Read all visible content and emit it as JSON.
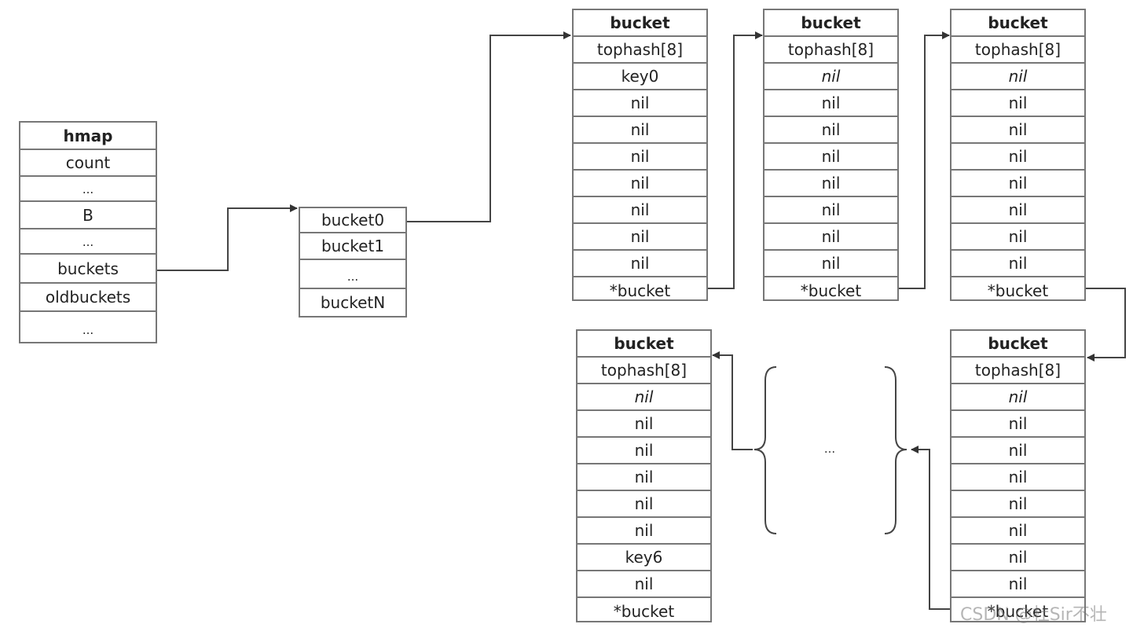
{
  "hmap": {
    "title": "hmap",
    "fields": [
      {
        "label": "count",
        "style": "normal"
      },
      {
        "label": "...",
        "style": "dots"
      },
      {
        "label": "B",
        "style": "normal"
      },
      {
        "label": "...",
        "style": "dots"
      },
      {
        "label": "buckets",
        "style": "normal"
      },
      {
        "label": "oldbuckets",
        "style": "normal"
      },
      {
        "label": "...",
        "style": "dots"
      }
    ]
  },
  "bucket_array": {
    "fields": [
      {
        "label": "bucket0",
        "style": "normal"
      },
      {
        "label": "bucket1",
        "style": "normal"
      },
      {
        "label": "...",
        "style": "dots"
      },
      {
        "label": "bucketN",
        "style": "normal"
      }
    ]
  },
  "buckets": [
    {
      "title": "bucket",
      "fields": [
        {
          "label": "tophash[8]",
          "style": "normal"
        },
        {
          "label": "key0",
          "style": "normal"
        },
        {
          "label": "nil",
          "style": "normal"
        },
        {
          "label": "nil",
          "style": "normal"
        },
        {
          "label": "nil",
          "style": "normal"
        },
        {
          "label": "nil",
          "style": "normal"
        },
        {
          "label": "nil",
          "style": "normal"
        },
        {
          "label": "nil",
          "style": "normal"
        },
        {
          "label": "nil",
          "style": "normal"
        },
        {
          "label": "*bucket",
          "style": "normal"
        }
      ]
    },
    {
      "title": "bucket",
      "fields": [
        {
          "label": "tophash[8]",
          "style": "normal"
        },
        {
          "label": "nil",
          "style": "italic"
        },
        {
          "label": "nil",
          "style": "normal"
        },
        {
          "label": "nil",
          "style": "normal"
        },
        {
          "label": "nil",
          "style": "normal"
        },
        {
          "label": "nil",
          "style": "normal"
        },
        {
          "label": "nil",
          "style": "normal"
        },
        {
          "label": "nil",
          "style": "normal"
        },
        {
          "label": "nil",
          "style": "normal"
        },
        {
          "label": "*bucket",
          "style": "normal"
        }
      ]
    },
    {
      "title": "bucket",
      "fields": [
        {
          "label": "tophash[8]",
          "style": "normal"
        },
        {
          "label": "nil",
          "style": "italic"
        },
        {
          "label": "nil",
          "style": "normal"
        },
        {
          "label": "nil",
          "style": "normal"
        },
        {
          "label": "nil",
          "style": "normal"
        },
        {
          "label": "nil",
          "style": "normal"
        },
        {
          "label": "nil",
          "style": "normal"
        },
        {
          "label": "nil",
          "style": "normal"
        },
        {
          "label": "nil",
          "style": "normal"
        },
        {
          "label": "*bucket",
          "style": "normal"
        }
      ]
    },
    {
      "title": "bucket",
      "fields": [
        {
          "label": "tophash[8]",
          "style": "normal"
        },
        {
          "label": "nil",
          "style": "italic"
        },
        {
          "label": "nil",
          "style": "normal"
        },
        {
          "label": "nil",
          "style": "normal"
        },
        {
          "label": "nil",
          "style": "normal"
        },
        {
          "label": "nil",
          "style": "normal"
        },
        {
          "label": "nil",
          "style": "normal"
        },
        {
          "label": "nil",
          "style": "normal"
        },
        {
          "label": "nil",
          "style": "normal"
        },
        {
          "label": "*bucket",
          "style": "normal"
        }
      ]
    },
    {
      "title": "bucket",
      "fields": [
        {
          "label": "tophash[8]",
          "style": "normal"
        },
        {
          "label": "nil",
          "style": "italic"
        },
        {
          "label": "nil",
          "style": "normal"
        },
        {
          "label": "nil",
          "style": "normal"
        },
        {
          "label": "nil",
          "style": "normal"
        },
        {
          "label": "nil",
          "style": "normal"
        },
        {
          "label": "nil",
          "style": "normal"
        },
        {
          "label": "key6",
          "style": "normal"
        },
        {
          "label": "nil",
          "style": "normal"
        },
        {
          "label": "*bucket",
          "style": "normal"
        }
      ]
    }
  ],
  "ellipsis": {
    "label": "..."
  },
  "watermark": {
    "text": "CSDN @杜Sir不壮"
  },
  "colors": {
    "line": "#444444",
    "border": "#777777"
  }
}
